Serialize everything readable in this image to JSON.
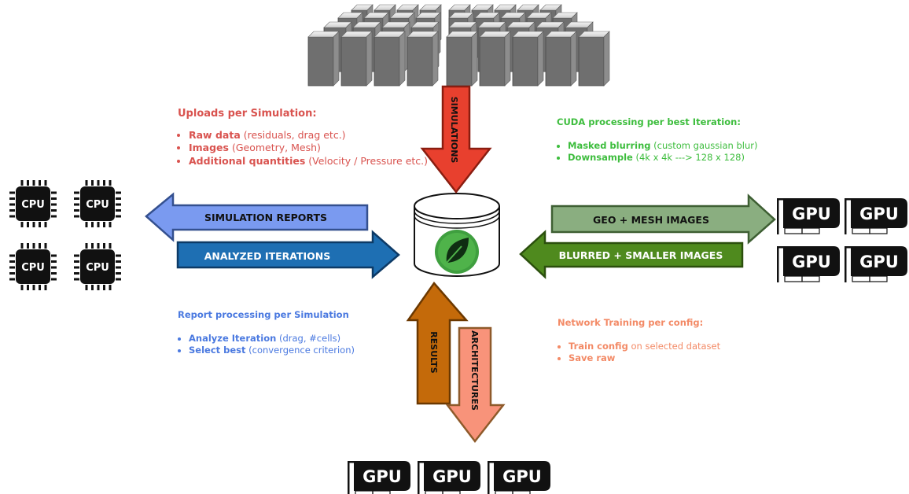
{
  "arrows": {
    "simulations": "SIMULATIONS",
    "simulation_reports": "SIMULATION REPORTS",
    "analyzed_iterations": "ANALYZED ITERATIONS",
    "geo_mesh_images": "GEO + MESH IMAGES",
    "blurred_smaller_images": "BLURRED + SMALLER IMAGES",
    "results": "RESULTS",
    "architectures": "ARCHITECTURES"
  },
  "chip_labels": {
    "cpu": "CPU",
    "gpu": "GPU"
  },
  "uploads": {
    "heading": "Uploads per Simulation:",
    "items": [
      {
        "bold": "Raw data",
        "rest": " (residuals, drag etc.)"
      },
      {
        "bold": "Images",
        "rest": " (Geometry, Mesh)"
      },
      {
        "bold": "Additional quantities",
        "rest": " (Velocity / Pressure etc.)"
      }
    ]
  },
  "cuda": {
    "heading": "CUDA processing per best Iteration:",
    "items": [
      {
        "bold": "Masked blurring",
        "rest": " (custom gaussian blur)"
      },
      {
        "bold": "Downsample",
        "rest": " (4k x 4k ---> 128 x 128)"
      }
    ]
  },
  "report": {
    "heading": "Report processing per Simulation",
    "items": [
      {
        "bold": "Analyze Iteration",
        "rest": " (drag, #cells)"
      },
      {
        "bold": "Select best",
        "rest": " (convergence criterion)"
      }
    ]
  },
  "training": {
    "heading": "Network Training per config:",
    "items": [
      {
        "bold": "Train config",
        "rest": " on selected dataset"
      },
      {
        "bold": "Save raw",
        "rest": ""
      }
    ]
  },
  "colors": {
    "red": "#e8402e",
    "blue_light": "#7a9af0",
    "blue_dark": "#1e6fb3",
    "green_light": "#8aae80",
    "green_dark": "#4f8a1e",
    "orange": "#c46a0a",
    "salmon": "#f8937a"
  },
  "icons": [
    "server-cluster-icon",
    "database-icon",
    "leaf-icon",
    "cpu-chip-icon",
    "gpu-card-icon"
  ]
}
